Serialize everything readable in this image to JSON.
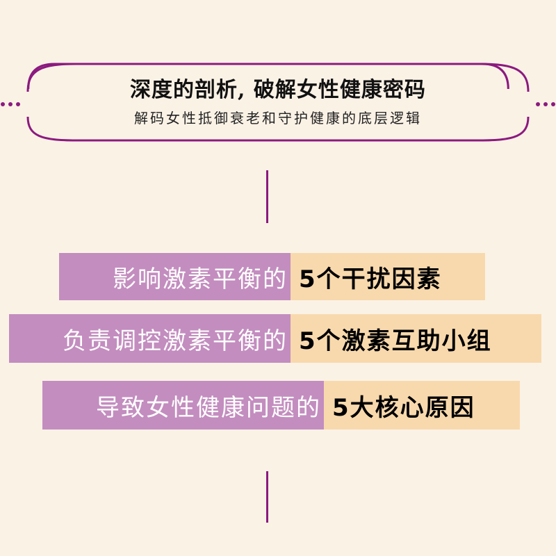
{
  "header": {
    "title": "深度的剖析, 破解女性健康密码",
    "subtitle": "解码女性抵御衰老和守护健康的底层逻辑"
  },
  "rows": [
    {
      "label": "影响激素平衡的",
      "highlight": "5个干扰因素"
    },
    {
      "label": "负责调控激素平衡的",
      "highlight": "5个激素互助小组"
    },
    {
      "label": "导致女性健康问题的",
      "highlight": "5大核心原因"
    }
  ],
  "colors": {
    "accent": "#8b1a7f",
    "purple": "#c38dbf",
    "peach": "#f8d9ad",
    "background": "#fbf2e6"
  }
}
